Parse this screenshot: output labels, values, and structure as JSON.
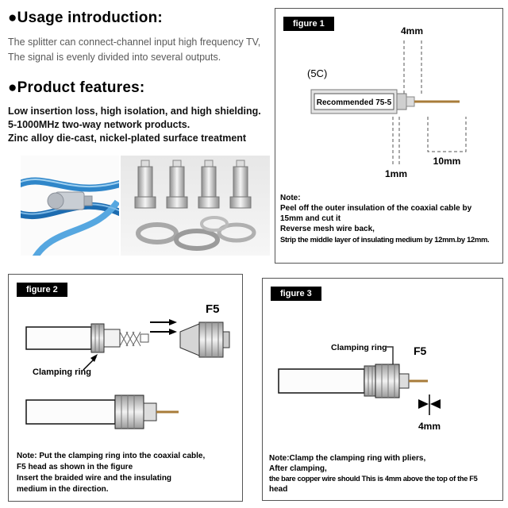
{
  "usage": {
    "heading": "●Usage introduction:",
    "lines": [
      "The splitter can connect-channel input high frequency TV,",
      "The signal is evenly divided into several outputs."
    ]
  },
  "features": {
    "heading": "●Product features:",
    "lines": [
      "Low insertion loss, high isolation, and high shielding.",
      "5-1000MHz two-way network products.",
      "Zinc alloy die-cast, nickel-plated surface treatment"
    ]
  },
  "figure1": {
    "label": "figure 1",
    "cable_type": "(5C)",
    "connector_label": "Recommended 75-5",
    "dim_top": "4mm",
    "dim_right": "10mm",
    "dim_left": "1mm",
    "note_heading": "Note:",
    "note_lines": [
      "Peel off the outer insulation of the coaxial cable by",
      "15mm and cut it",
      "Reverse mesh wire back,",
      "Strip the middle layer of insulating medium by 12mm.by 12mm."
    ]
  },
  "figure2": {
    "label": "figure 2",
    "connector_name": "F5",
    "clamping_ring_label": "Clamping ring",
    "note_lines": [
      "Note: Put the clamping ring into the coaxial cable,",
      "F5 head as shown in the figure",
      "Insert the braided wire and the insulating",
      "medium in the direction."
    ]
  },
  "figure3": {
    "label": "figure 3",
    "connector_name": "F5",
    "clamping_ring_label": "Clamping ring",
    "dim": "4mm",
    "note_lines": [
      "Note:Clamp the clamping ring with pliers,",
      "After clamping,",
      "the bare copper wire should This is 4mm above the top of the F5",
      "head"
    ]
  },
  "colors": {
    "figure_label_bg": "#000000",
    "figure_label_text": "#ffffff",
    "wire": "#a87c3a",
    "cable_blue": "#2f86c9"
  }
}
